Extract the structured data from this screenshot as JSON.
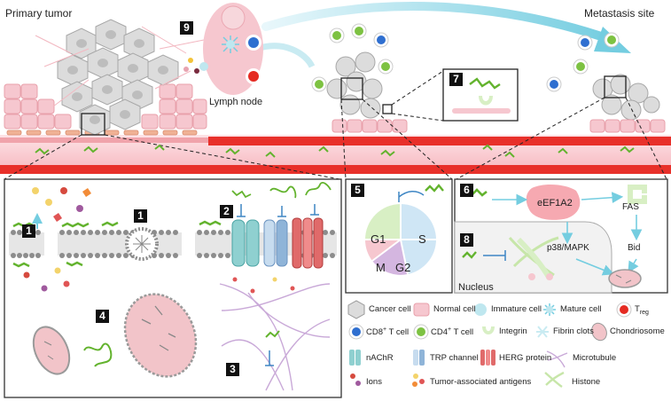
{
  "titles": {
    "primary_tumor": "Primary tumor",
    "metastasis_site": "Metastasis site",
    "lymph_node": "Lymph node",
    "nucleus": "Nucleus"
  },
  "steps": [
    "1",
    "1",
    "2",
    "3",
    "4",
    "5",
    "6",
    "7",
    "8",
    "9"
  ],
  "cell_cycle": {
    "g1": "G1",
    "s": "S",
    "m": "M",
    "g2": "G2"
  },
  "pathway": {
    "eef1a2": "eEF1A2",
    "fas": "FAS",
    "p38": "p38/MAPK",
    "bid": "Bid"
  },
  "legend": {
    "cancer_cell": "Cancer cell",
    "normal_cell": "Normal cell",
    "immature_cell": "Immature cell",
    "mature_cell": "Mature cell",
    "treg": "T",
    "treg_sub": "reg",
    "cd8": "CD8",
    "cd8_sup": "+",
    "cd8_suffix": " T cell",
    "cd4": "CD4",
    "cd4_sup": "+",
    "cd4_suffix": " T cell",
    "integrin": "Integrin",
    "fibrin": "Fibrin clots",
    "chondriosome": "Chondriosome",
    "nachr": "nAChR",
    "trp": "TRP channel",
    "herg": "HERG protein",
    "microtubule": "Microtubule",
    "ions": "Ions",
    "antigens": "Tumor-associated antigens",
    "histone": "Histone"
  },
  "colors": {
    "vessel": "#e8302a",
    "cancer": "#d9d9d9",
    "normal": "#f6c7cf",
    "immature": "#bfe7ef",
    "cd8": "#2f6fd0",
    "cd4": "#7dc242",
    "treg": "#e52b22",
    "peptide": "#63b32e",
    "arrow": "#74cde0",
    "inhibit": "#3e86c4",
    "mito": "#f2c4c9",
    "herg": "#e06a6a",
    "trp": "#8fb4d8",
    "nachr": "#8fd0d0"
  }
}
